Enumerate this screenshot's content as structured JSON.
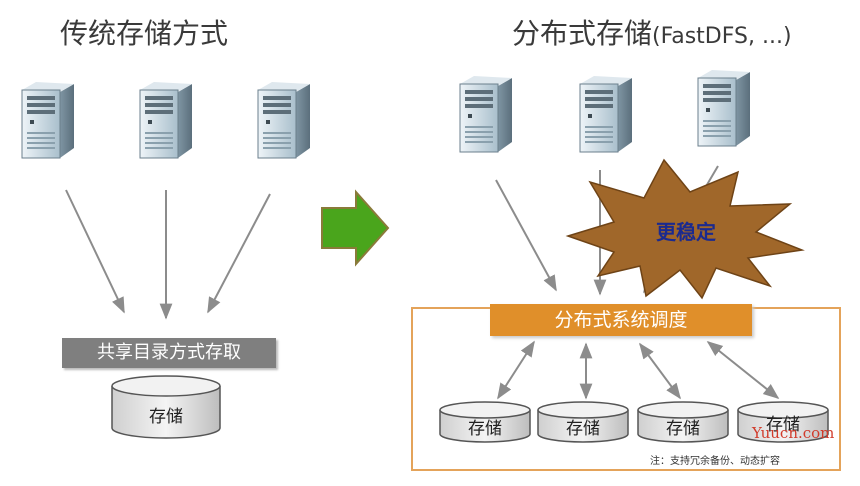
{
  "left_title": "传统存储方式",
  "right_title": "分布式存储",
  "right_title_suffix": "(FastDFS, ...)",
  "shared_access_label": "共享目录方式存取",
  "storage_label": "存储",
  "scheduler_label": "分布式系统调度",
  "burst_label": "更稳定",
  "storage_nodes": [
    "存储",
    "存储",
    "存储",
    "存储"
  ],
  "note": "注：支持冗余备份、动态扩容",
  "watermark": "Yuucn.com",
  "colors": {
    "gray_bar": "#7f7f7f",
    "orange_bar": "#e08f2a",
    "burst_fill": "#a0672a",
    "green_arrow": "#4aa51c",
    "server_body": "#c8d6df"
  }
}
